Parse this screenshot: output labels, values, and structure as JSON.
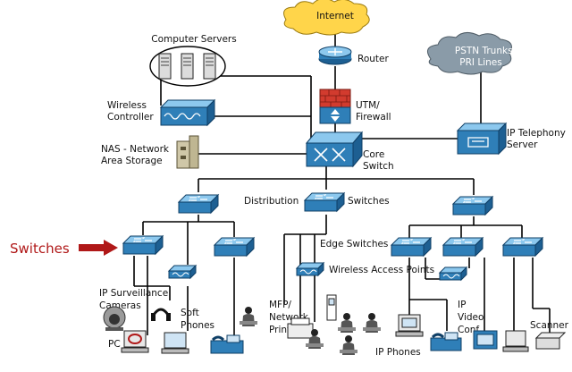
{
  "labels": {
    "internet": "Internet",
    "router": "Router",
    "utm_line1": "UTM/",
    "utm_line2": "Firewall",
    "computer_servers": "Computer Servers",
    "pstn_line1": "PSTN Trunks/",
    "pstn_line2": "PRI Lines",
    "wireless_controller_line1": "Wireless",
    "wireless_controller_line2": "Controller",
    "nas_line1": "NAS - Network",
    "nas_line2": "Area Storage",
    "core_switch_line1": "Core",
    "core_switch_line2": "Switch",
    "ip_telephony_line1": "IP Telephony",
    "ip_telephony_line2": "Server",
    "distribution_left": "Distribution",
    "distribution_right": "Switches",
    "edge_switches": "Edge Switches",
    "wireless_aps": "Wireless Access Points",
    "switches_callout": "Switches",
    "ip_surveillance_line1": "IP Surveillance",
    "ip_surveillance_line2": "Cameras",
    "soft_phones_line1": "Soft",
    "soft_phones_line2": "Phones",
    "pc": "PC",
    "mfp_line1": "MFP/",
    "mfp_line2": "Network",
    "mfp_line3": "Printers",
    "ip_phones": "IP Phones",
    "ip_video_line1": "IP",
    "ip_video_line2": "Video",
    "ip_video_line3": "Conf.",
    "scanner": "Scanner"
  },
  "colors": {
    "cisco_blue": "#2f7fb8",
    "cloud_internet": "#ffd54a",
    "cloud_pstn": "#8a9ba8",
    "firewall_red": "#d23b2e",
    "callout_red": "#b01818"
  },
  "icons": [
    "internet-cloud-icon",
    "router-icon",
    "firewall-icon",
    "server-rack-icon",
    "pstn-cloud-icon",
    "wireless-controller-icon",
    "nas-storage-icon",
    "core-switch-icon",
    "ip-telephony-server-icon",
    "distribution-switch-icon",
    "edge-switch-icon",
    "wireless-access-point-icon",
    "ip-camera-icon",
    "headset-icon",
    "pc-icon",
    "ip-phone-icon",
    "printer-icon",
    "user-icon",
    "video-conf-icon",
    "scanner-icon",
    "arrow-right-icon"
  ]
}
